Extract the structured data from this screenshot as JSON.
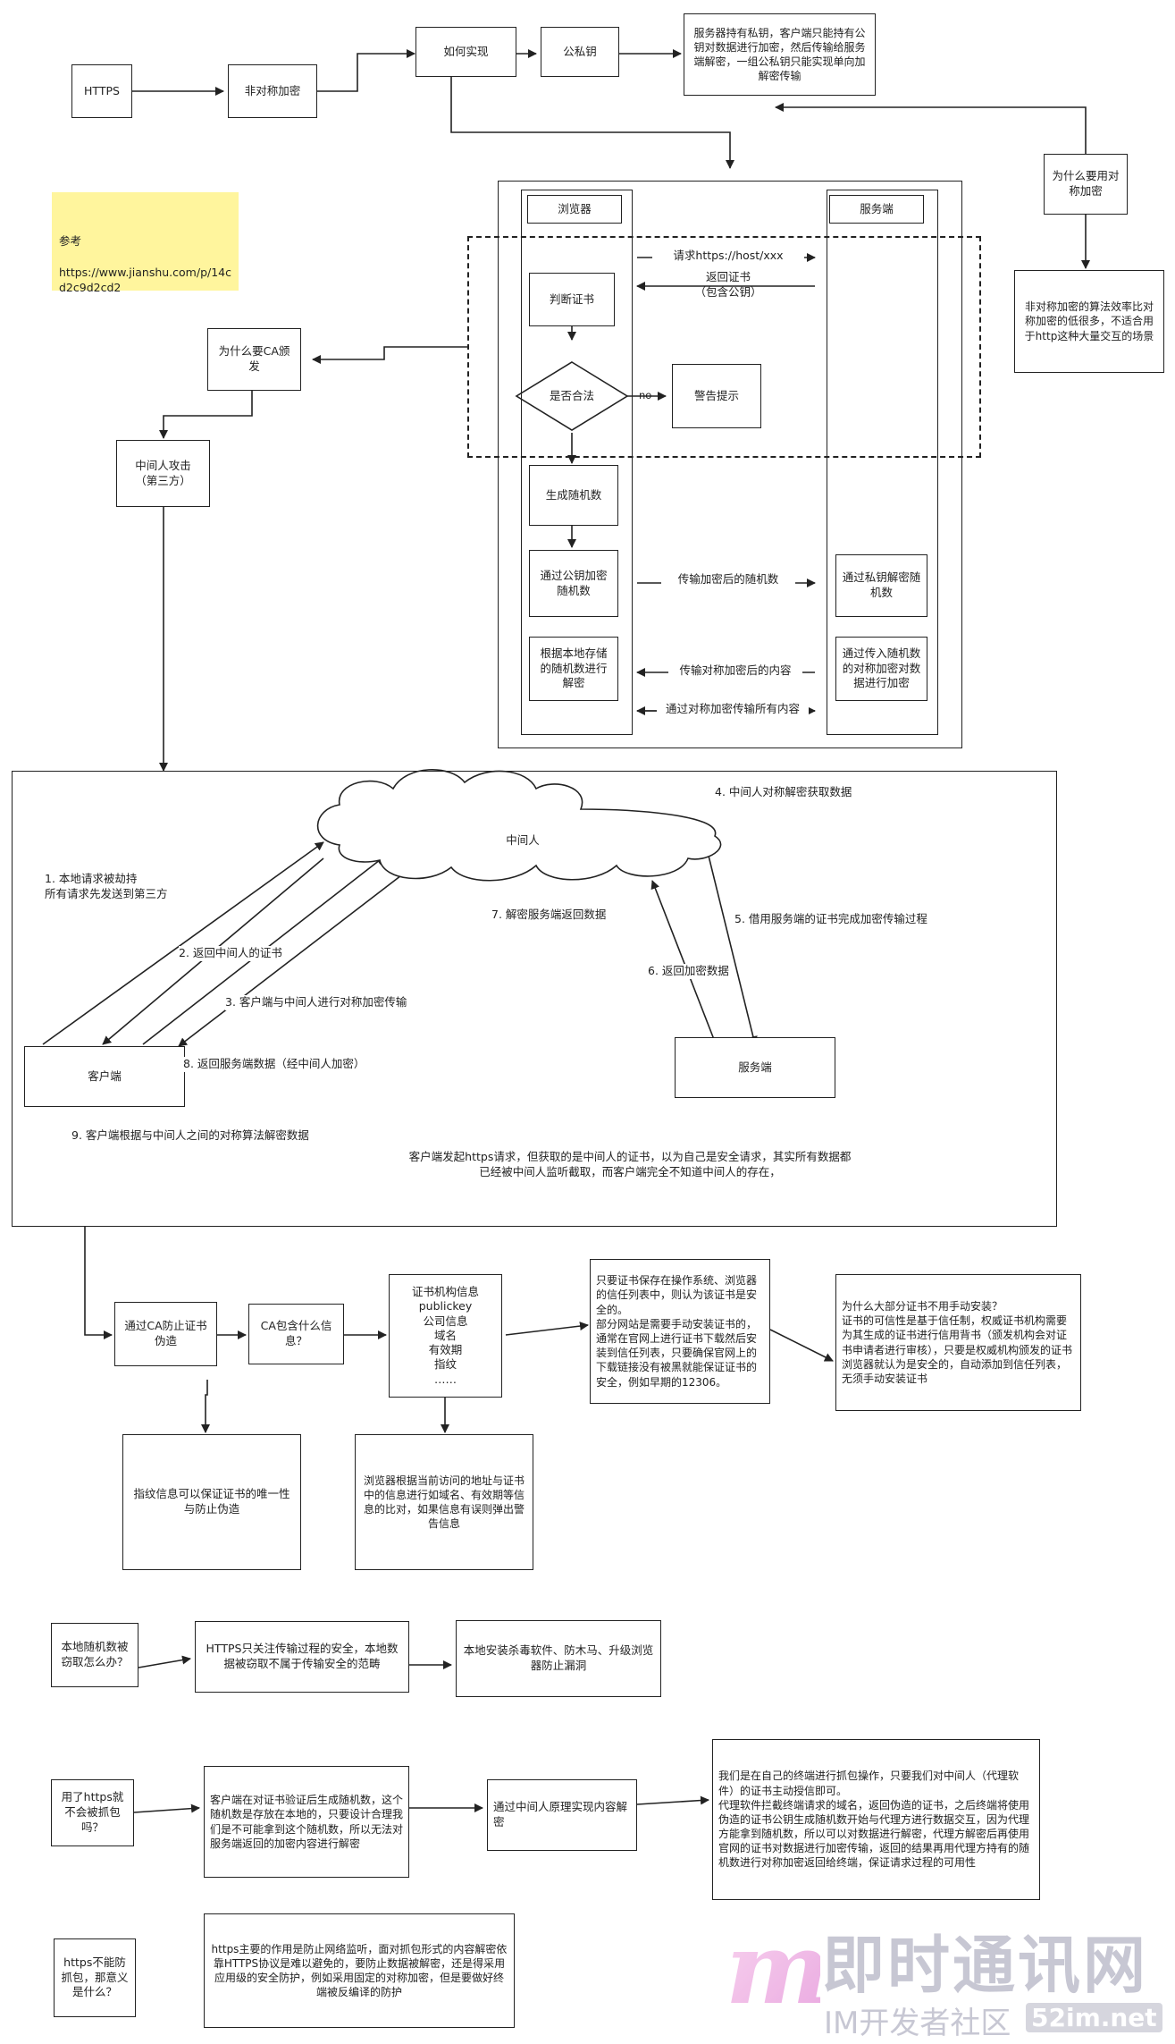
{
  "colors": {
    "note": "#fff59d",
    "stroke": "#222222",
    "watermark": "#9b9bb0"
  },
  "top": {
    "https": "HTTPS",
    "asym": "非对称加密",
    "how": "如何实现",
    "keys": "公私钥",
    "server_holds": "服务器持有私钥，客户端只能持有公钥对数据进行加密，然后传输给服务端解密，一组公私钥只能实现单向加解密传输",
    "why_sym": "为什么要用对称加密",
    "why_sym_ans": "非对称加密的算法效率比对称加密的低很多，不适合用于http这种大量交互的场景"
  },
  "note": {
    "label": "参考",
    "url": "https://www.jianshu.com/p/14cd2c9d2cd2"
  },
  "flow": {
    "browser": "浏览器",
    "server": "服务端",
    "request": "请求https://host/xxx",
    "return_cert": "返回证书\n（包含公钥）",
    "judge": "判断证书",
    "legal": "是否合法",
    "no": "no",
    "warn": "警告提示",
    "gen_random": "生成随机数",
    "enc_random": "通过公钥加密随机数",
    "send_enc": "传输加密后的随机数",
    "dec_random": "通过私钥解密随机数",
    "local_dec": "根据本地存储的随机数进行解密",
    "send_sym": "传输对称加密后的内容",
    "sym_enc": "通过传入随机数的对称加密对数据进行加密",
    "all_sym": "通过对称加密传输所有内容"
  },
  "ca": {
    "why_ca": "为什么要CA颁发",
    "mitm": "中间人攻击\n（第三方）"
  },
  "attack": {
    "mitm": "中间人",
    "client": "客户端",
    "server": "服务端",
    "s1": "1. 本地请求被劫持\n所有请求先发送到第三方",
    "s2": "2. 返回中间人的证书",
    "s3": "3. 客户端与中间人进行对称加密传输",
    "s4": "4. 中间人对称解密获取数据",
    "s5": "5. 借用服务端的证书完成加密传输过程",
    "s6": "6. 返回加密数据",
    "s7": "7. 解密服务端返回数据",
    "s8": "8. 返回服务端数据（经中间人加密）",
    "s9": "9. 客户端根据与中间人之间的对称算法解密数据",
    "summary": "客户端发起https请求，但获取的是中间人的证书，以为自己是安全请求，其实所有数据都\n已经被中间人监听截取，而客户端完全不知道中间人的存在，"
  },
  "cert": {
    "prevent": "通过CA防止证书伪造",
    "contains": "CA包含什么信息？",
    "info": "证书机构信息\npublickey\n公司信息\n域名\n有效期\n指纹\n……",
    "trust_list": "只要证书保存在操作系统、浏览器的信任列表中，则认为该证书是安全的。\n部分网站是需要手动安装证书的，通常在官网上进行证书下载然后安装到信任列表，只要确保官网上的下载链接没有被黑就能保证证书的安全，例如早期的12306。",
    "why_no_install": "为什么大部分证书不用手动安装？\n证书的可信性是基于信任制，权威证书机构需要为其生成的证书进行信用背书（颁发机构会对证书申请者进行审核），只要是权威机构颁发的证书浏览器就认为是安全的，自动添加到信任列表，无须手动安装证书",
    "fingerprint": "指纹信息可以保证证书的唯一性与防止伪造",
    "browser_check": "浏览器根据当前访问的地址与证书中的信息进行如域名、有效期等信息的比对，如果信息有误则弹出警告信息"
  },
  "qa1": {
    "q": "本地随机数被窃取怎么办？",
    "a": "HTTPS只关注传输过程的安全，本地数据被窃取不属于传输安全的范畴",
    "fix": "本地安装杀毒软件、防木马、升级浏览器防止漏洞"
  },
  "qa2": {
    "q": "用了https就不会被抓包吗？",
    "a": "客户端在对证书验证后生成随机数，这个随机数是存放在本地的，只要设计合理我们是不可能拿到这个随机数，所以无法对服务端返回的加密内容进行解密",
    "mitm": "通过中间人原理实现内容解密",
    "detail": "我们是在自己的终端进行抓包操作，只要我们对中间人（代理软件）的证书主动授信即可。\n代理软件拦截终端请求的域名，返回伪造的证书，之后终端将使用伪造的证书公钥生成随机数开始与代理方进行数据交互，因为代理方能拿到随机数，所以可以对数据进行解密，代理方解密后再使用官网的证书对数据进行加密传输，返回的结果再用代理方持有的随机数进行对称加密返回给终端，保证请求过程的可用性"
  },
  "qa3": {
    "q": "https不能防抓包，那意义是什么？",
    "a": "https主要的作用是防止网络监听，面对抓包形式的内容解密依靠HTTPS协议是难以避免的，要防止数据被解密，还是得采用应用级的安全防护，例如采用固定的对称加密，但是要做好终端被反编译的防护"
  },
  "watermark": {
    "title": "即时通讯网",
    "sub": "IM开发者社区",
    "site": "52im.net",
    "logo": "m-logo-icon"
  }
}
